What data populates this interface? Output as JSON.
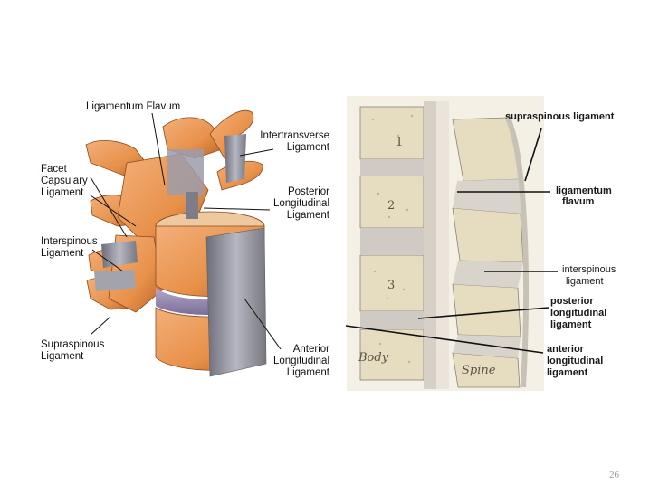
{
  "page_number": "26",
  "left_figure": {
    "labels": {
      "ligamentum_flavum": "Ligamentum Flavum",
      "intertransverse_1": "Intertransverse",
      "intertransverse_2": "Ligament",
      "facet_1": "Facet",
      "facet_2": "Capsulary",
      "facet_3": "Ligament",
      "posterior_1": "Posterior",
      "posterior_2": "Longitudinal",
      "posterior_3": "Ligament",
      "interspinous_1": "Interspinous",
      "interspinous_2": "Ligament",
      "supraspinous_1": "Supraspinous",
      "supraspinous_2": "Ligament",
      "anterior_1": "Anterior",
      "anterior_2": "Longitudinal",
      "anterior_3": "Ligament"
    }
  },
  "right_figure": {
    "labels": {
      "supraspinous": "supraspinous ligament",
      "flavum_1": "ligamentum",
      "flavum_2": "flavum",
      "interspinous_1": "interspinous",
      "interspinous_2": "ligament",
      "posterior_1": "posterior",
      "posterior_2": "longitudinal",
      "posterior_3": "ligament",
      "anterior_1": "anterior",
      "anterior_2": "longitudinal",
      "anterior_3": "ligament"
    },
    "vertebra_numbers": [
      "1",
      "2",
      "3"
    ],
    "region_body": "Body",
    "region_spine": "Spine"
  },
  "colors": {
    "bone": "#e8914a",
    "bone_dark": "#b8642a",
    "ligament_gray": "#8a8a94",
    "disc_purple": "#9c8fb3",
    "section_bone": "#e6dcc0",
    "section_disc": "#cfcbc4"
  }
}
